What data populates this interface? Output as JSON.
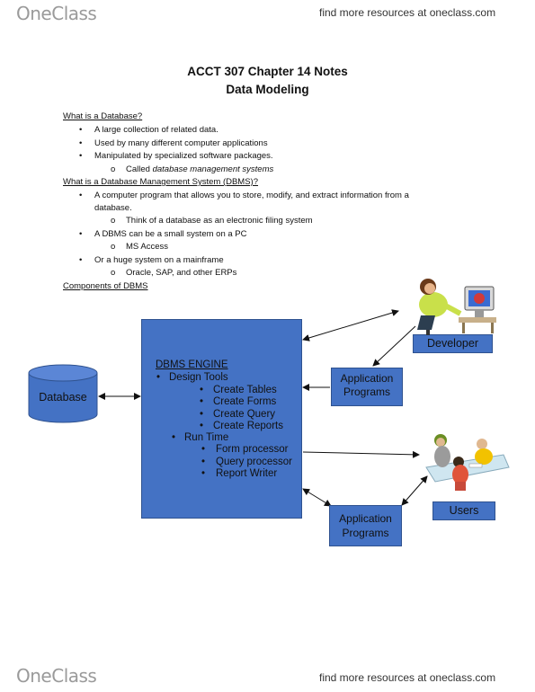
{
  "header": {
    "logo": "OneClass",
    "link": "find more resources at oneclass.com"
  },
  "footer": {
    "logo": "OneClass",
    "link": "find more resources at oneclass.com"
  },
  "title": {
    "line1": "ACCT 307 Chapter 14 Notes",
    "line2": "Data Modeling"
  },
  "sections": {
    "database": {
      "heading": "What is a Database?",
      "items": [
        "A large collection of related data.",
        "Used by many different computer applications",
        "Manipulated by specialized software packages."
      ],
      "sub_prefix": "Called ",
      "sub_em": "database management systems"
    },
    "dbms": {
      "heading": "What is a Database Management System (DBMS)?",
      "item1_line1": "A computer program that allows you to store, modify, and extract information from a",
      "item1_line2": "database.",
      "sub1": "Think of a database as an electronic filing system",
      "item2": "A DBMS can be a small system on a PC",
      "sub2": "MS Access",
      "item3": "Or a huge system on a mainframe",
      "sub3": "Oracle, SAP, and other ERPs"
    },
    "components": {
      "heading": "Components of DBMS"
    }
  },
  "diagram": {
    "engine_title": "DBMS   ENGINE",
    "design_tools": "Design Tools",
    "design_items": [
      "Create Tables",
      "Create Forms",
      "Create Query",
      "Create Reports"
    ],
    "run_time": "Run Time",
    "run_items": [
      "Form processor",
      "Query processor",
      "Report Writer"
    ],
    "database_label": "Database",
    "app_programs_1": [
      "Application",
      "Programs"
    ],
    "app_programs_2": [
      "Application",
      "Programs"
    ],
    "developer_label": "Developer",
    "users_label": "Users",
    "colors": {
      "box_blue": "#4472c4",
      "box_border": "#2f528f"
    },
    "icons": [
      "developer-clipart-icon",
      "users-meeting-clipart-icon",
      "database-cylinder-icon"
    ]
  }
}
